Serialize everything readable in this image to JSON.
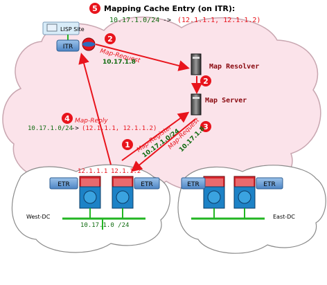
{
  "title": {
    "step": "5",
    "label": "Mapping Cache Entry (on ITR):",
    "prefix": "10.17.1.0/24",
    "arrow": "->",
    "rlocs": "(12.1.1.1, 12.1.1.2)"
  },
  "lisp_site": {
    "label": "LISP Site",
    "itr_label": "ITR"
  },
  "map_request_top": {
    "step": "2",
    "label": "Map-Request",
    "addr": "10.17.1.8"
  },
  "map_resolver": {
    "label": "Map Resolver"
  },
  "mr_ms_step": "2",
  "map_server": {
    "label": "Map Server"
  },
  "map_reply": {
    "step": "4",
    "label": "Map-Reply",
    "prefix": "10.17.1.0/24",
    "arrow": "->",
    "rlocs": "(12.1.1.1, 12.1.1.2)"
  },
  "map_register": {
    "step": "1",
    "label": "Map-Register",
    "prefix": "10.17.1.0/24"
  },
  "map_request_ms": {
    "step": "3",
    "label": "Map-Request",
    "addr": "10.17.1.8"
  },
  "west_dc": {
    "name": "West-DC",
    "rloc1": "12.1.1.1",
    "rloc2": "12.1.1.2",
    "etr_label": "ETR",
    "subnet": "10.17.1.0 /24"
  },
  "east_dc": {
    "name": "East-DC",
    "etr_label": "ETR"
  },
  "colors": {
    "cloud_fill": "#fbe3ea",
    "cloud_stroke": "#c8a6b0",
    "arrow_red": "#e8141c",
    "step_badge": "#e8141c",
    "green_text": "#106b10",
    "red_text": "#e8141c",
    "dc_cloud": "#ffffff",
    "lan_line": "#22b522",
    "etr_box": "#6fa2d7"
  }
}
